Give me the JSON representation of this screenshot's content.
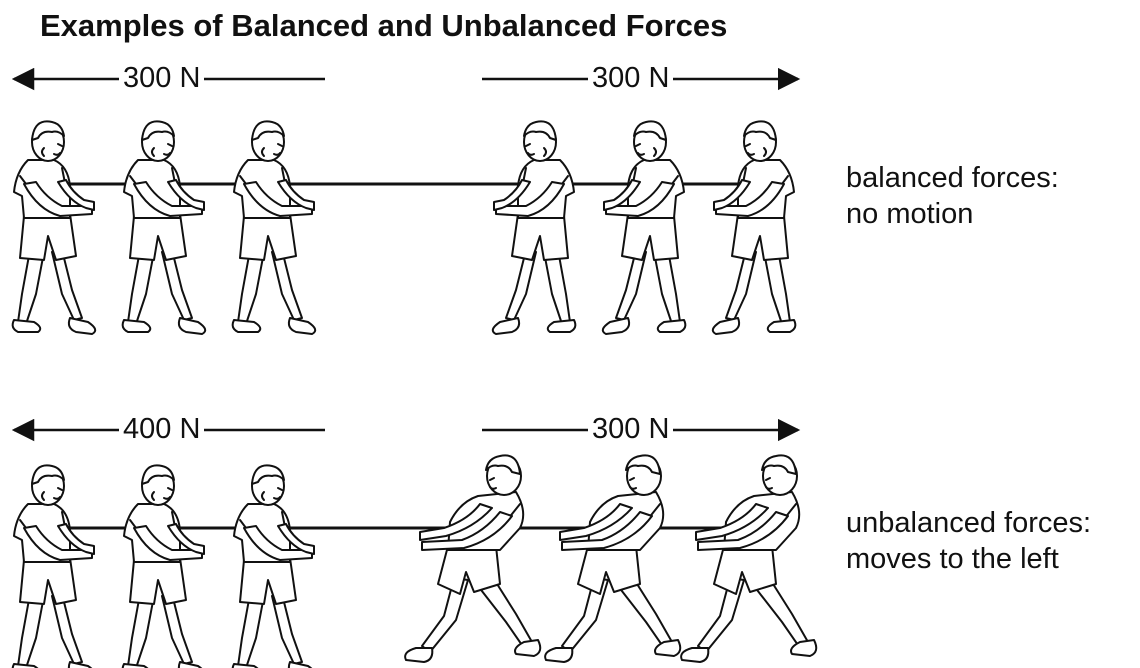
{
  "title": "Examples of Balanced and Unbalanced Forces",
  "rows": [
    {
      "left_force": "300 N",
      "right_force": "300 N",
      "caption_line1": "balanced forces:",
      "caption_line2": "no motion",
      "right_team_pose": "standing"
    },
    {
      "left_force": "400 N",
      "right_force": "300 N",
      "caption_line1": "unbalanced forces:",
      "caption_line2": "moves to the left",
      "right_team_pose": "leaning"
    }
  ],
  "colors": {
    "line": "#111111",
    "background": "#ffffff"
  }
}
